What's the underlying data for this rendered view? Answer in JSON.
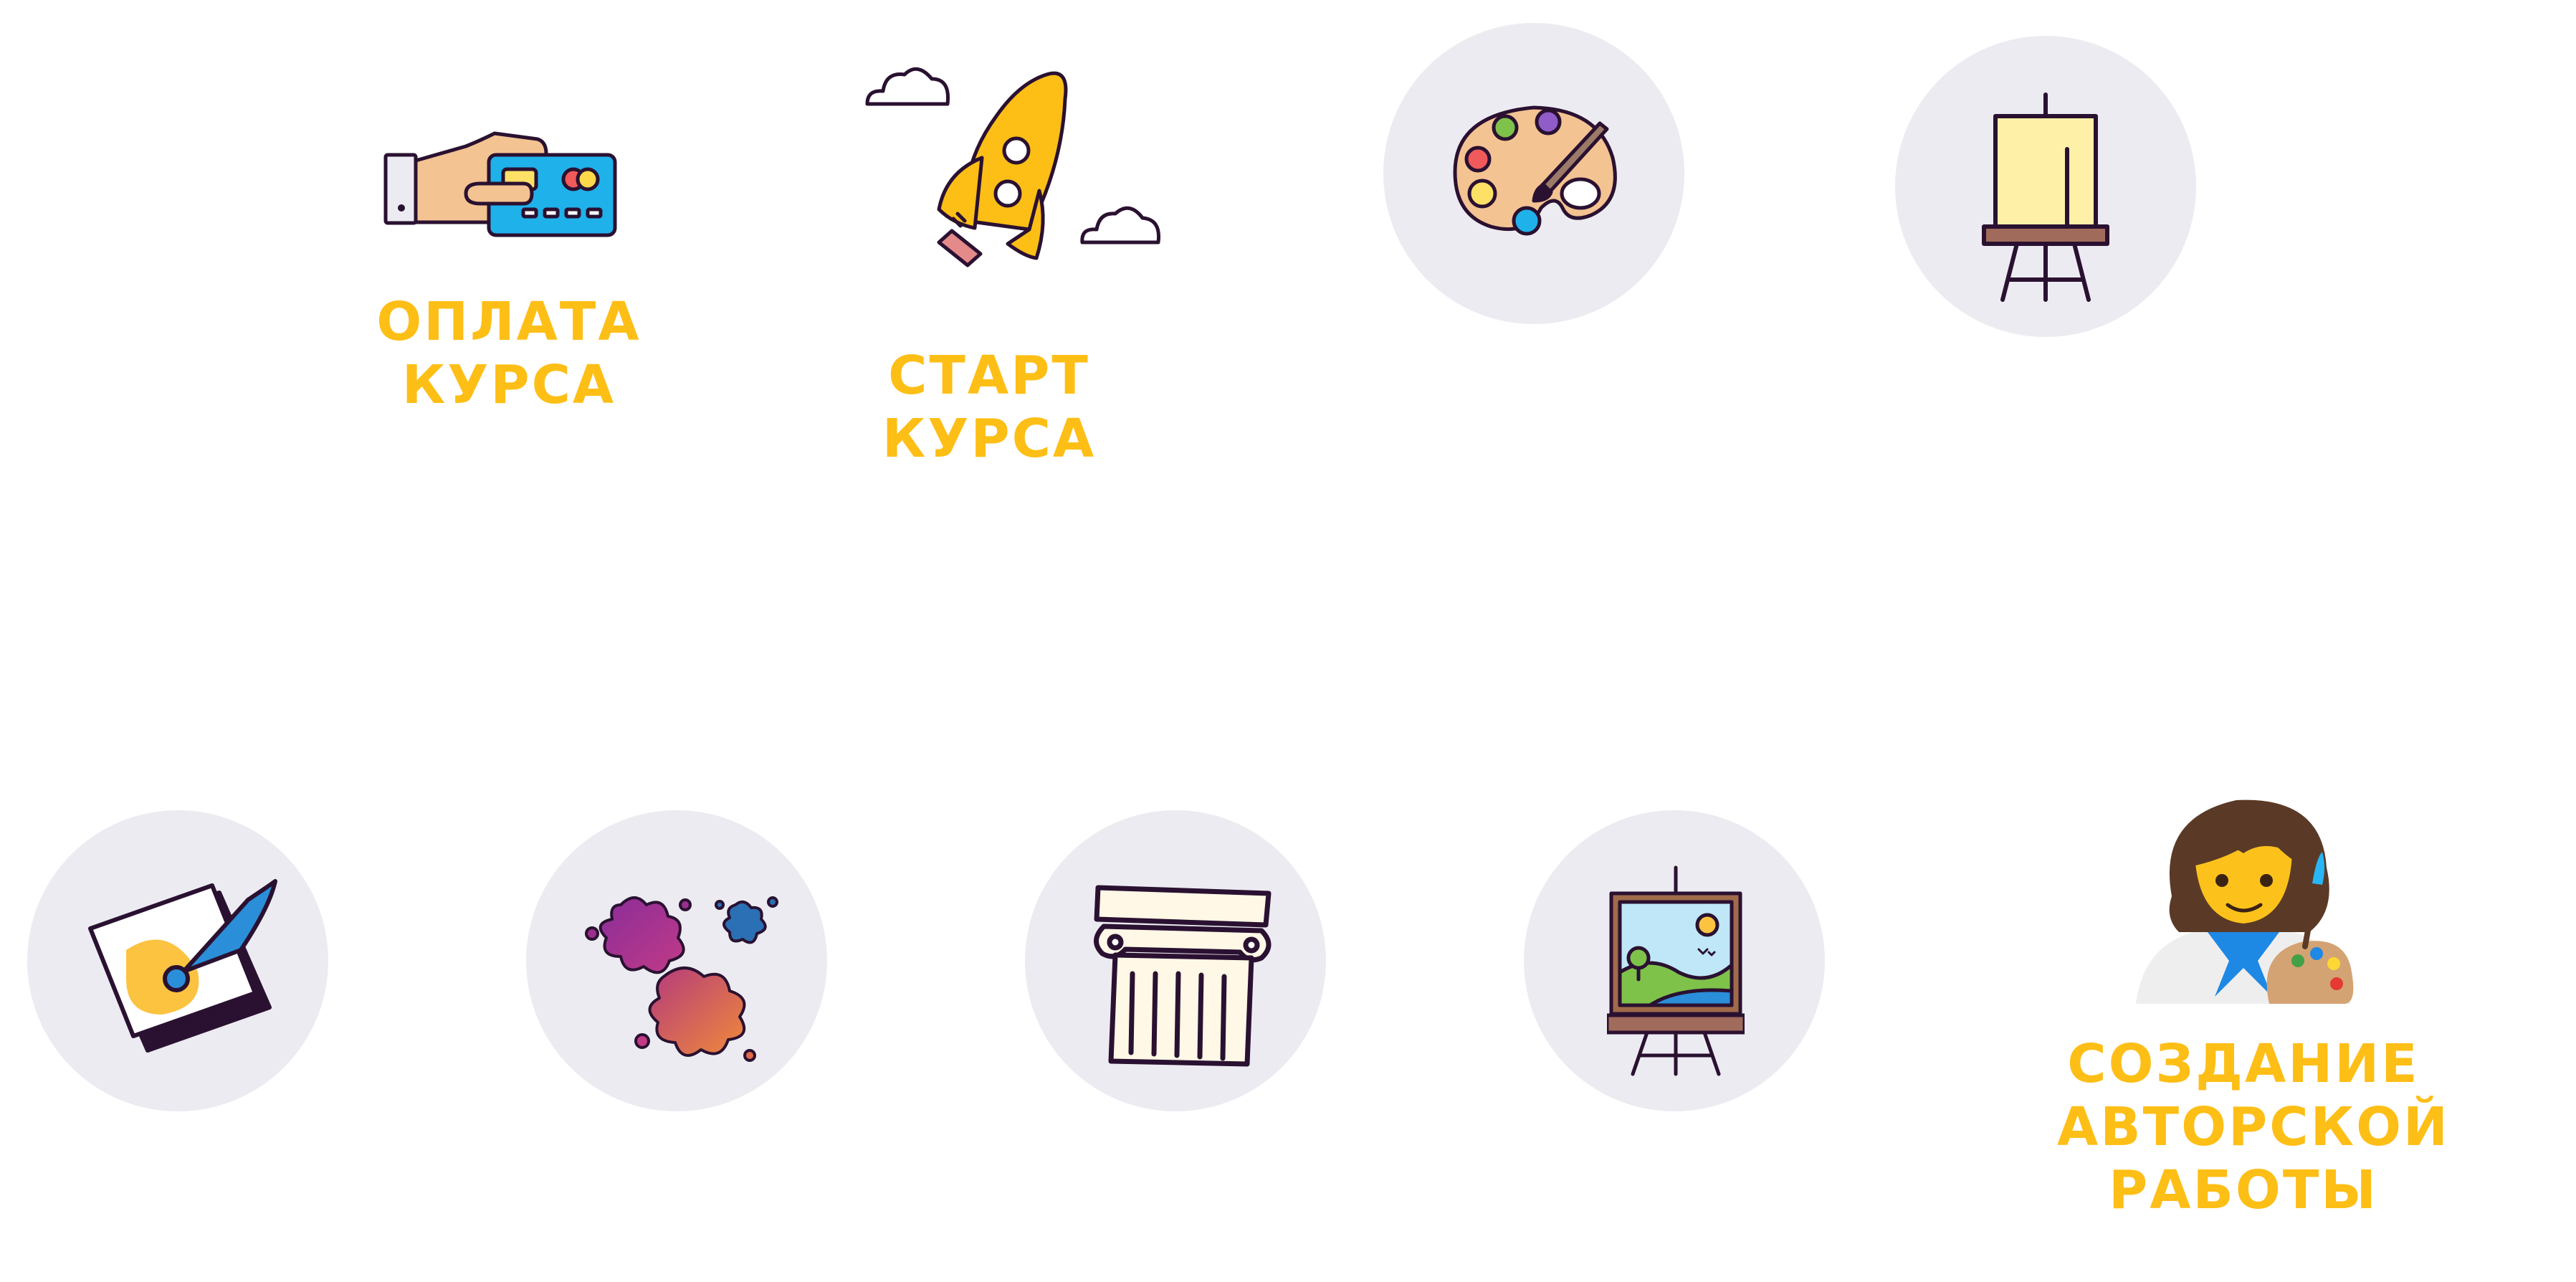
{
  "theme": {
    "label_color": "#fdbe16",
    "circle_color": "#ecebf1",
    "outline_color": "#2a1131"
  },
  "steps": [
    {
      "id": "payment",
      "icon": "hand-with-credit-card-icon",
      "label": [
        "ОПЛАТА",
        "КУРСА"
      ]
    },
    {
      "id": "start",
      "icon": "rocket-with-clouds-icon",
      "label": [
        "СТАРТ",
        "КУРСА"
      ]
    },
    {
      "id": "palette",
      "icon": "paint-palette-icon",
      "label": []
    },
    {
      "id": "easel",
      "icon": "blank-easel-icon",
      "label": []
    },
    {
      "id": "sketch",
      "icon": "canvas-with-brush-icon",
      "label": []
    },
    {
      "id": "splashes",
      "icon": "paint-splash-icon",
      "label": []
    },
    {
      "id": "column",
      "icon": "ionic-column-icon",
      "label": []
    },
    {
      "id": "painting",
      "icon": "easel-with-landscape-icon",
      "label": []
    },
    {
      "id": "artist",
      "icon": "artist-person-icon",
      "label": [
        "СОЗДАНИЕ",
        "АВТОРСКОЙ",
        "РАБОТЫ"
      ]
    }
  ]
}
